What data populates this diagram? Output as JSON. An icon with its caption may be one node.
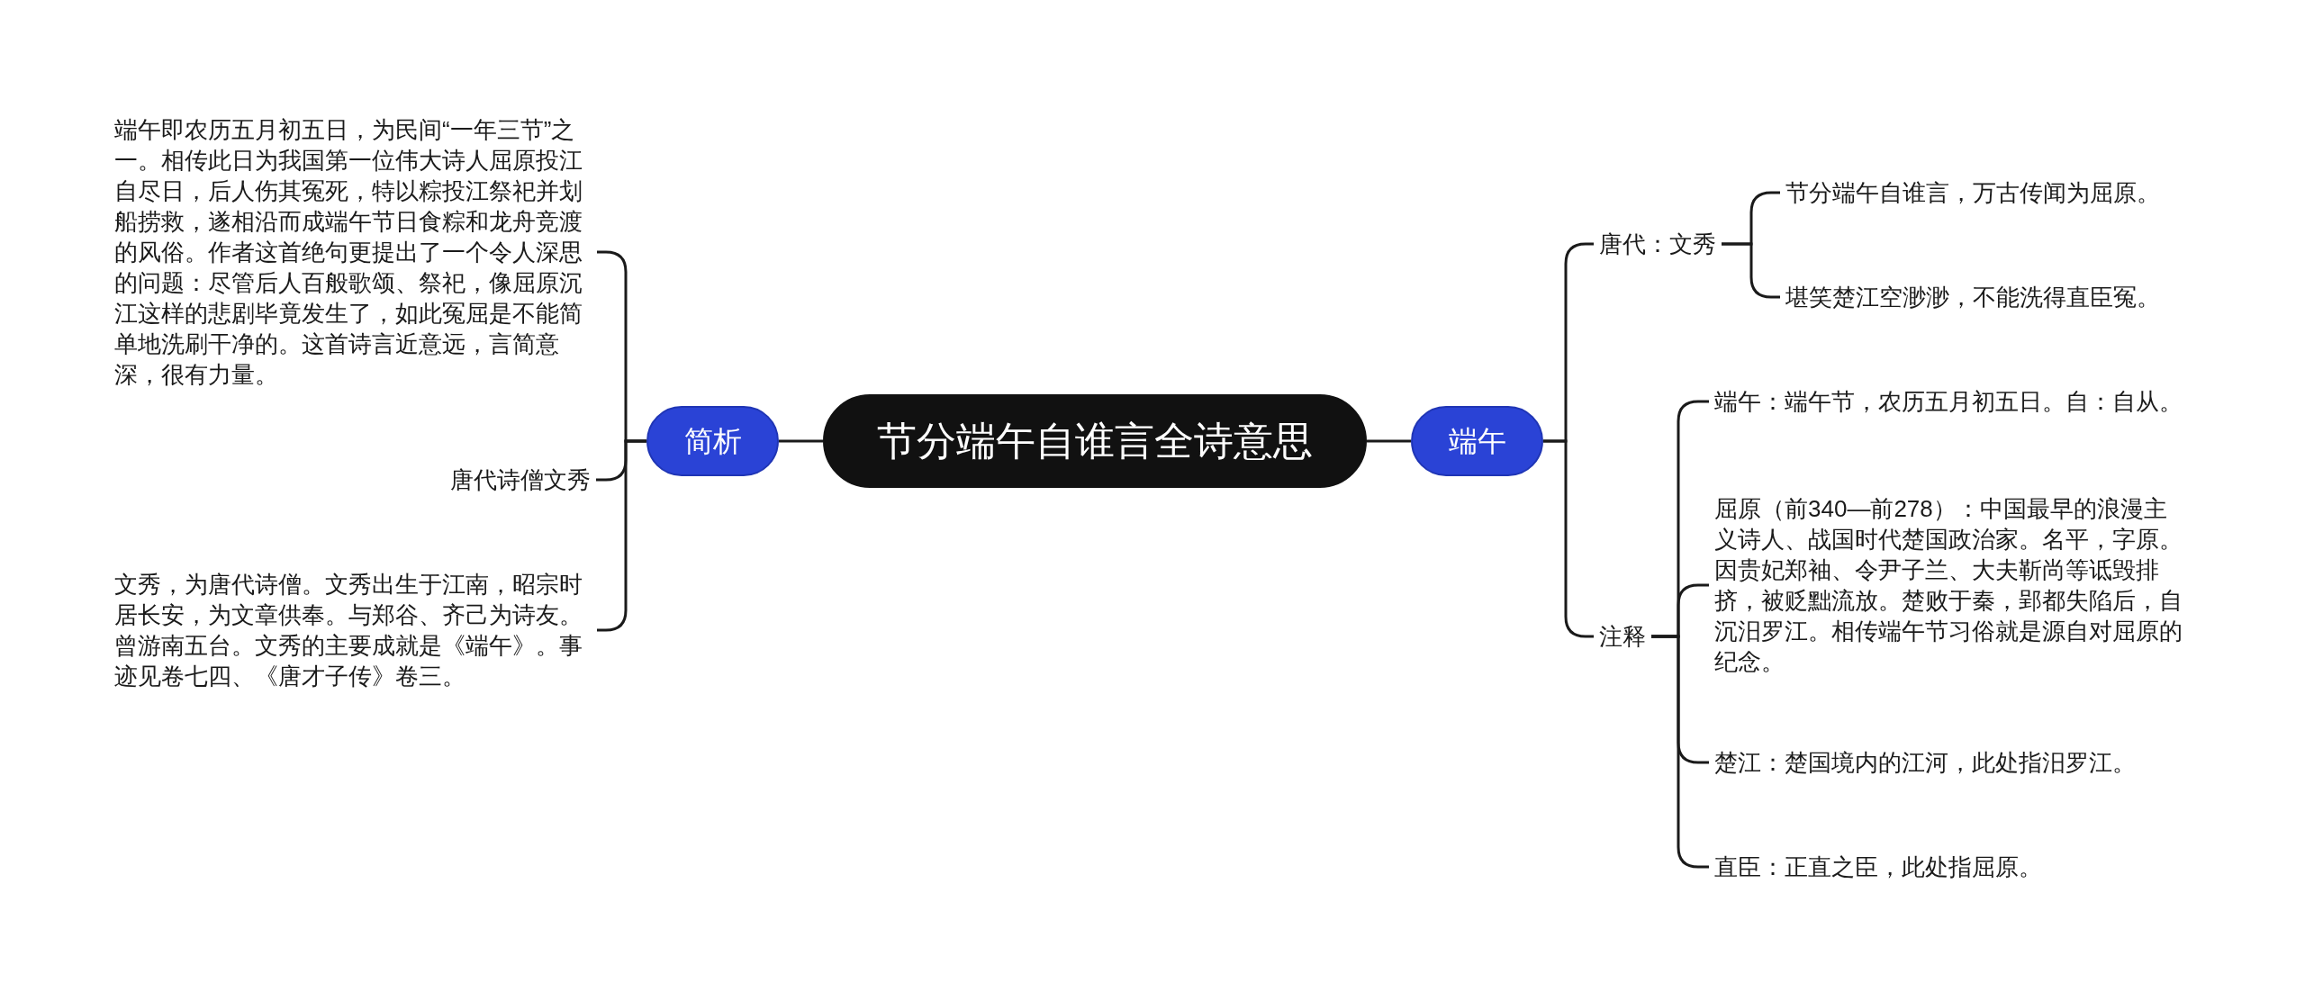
{
  "diagram": {
    "nodes": [
      {
        "text": [
          "节分端午自谁言全诗意思"
        ]
      },
      {
        "text": [
          "简析"
        ]
      },
      {
        "text": [
          "端午即农历五月初五日，为民间“一年三节”之一。相传此日为我国第一位伟大诗人屈原投江自尽日，后人伤其冤死，特以粽投江祭祀并划船捞救，遂相沿而成端午节日食粽和龙舟竞渡的风俗。作者这首绝句更提出了一个令人深思的问题：尽管后人百般歌颂、祭祀，像屈原沉江这样的悲剧毕竟发生了，如此冤屈是不能简单地洗刷干净的。这首诗言近意远，言简意深，很有力量。"
        ]
      },
      {
        "text": [
          "唐代诗僧文秀"
        ]
      },
      {
        "text": [
          "文秀，为唐代诗僧。文秀出生于江南，昭宗时居长安，为文章供奉。与郑谷、齐己为诗友。曾游南五台。文秀的主要成就是《端午》。事迹见卷七四、《唐才子传》卷三。"
        ]
      },
      {
        "text": [
          "端午"
        ]
      },
      {
        "text": [
          "唐代：文秀"
        ]
      },
      {
        "text": [
          "节分端午自谁言，万古传闻为屈原。"
        ]
      },
      {
        "text": [
          "堪笑楚江空渺渺，不能洗得直臣冤。"
        ]
      },
      {
        "text": [
          "注释"
        ]
      },
      {
        "text": [
          "端午：端午节，农历五月初五日。自：自从。"
        ]
      },
      {
        "text": [
          "屈原（前340—前278）：中国最早的浪漫主义诗人、战国时代楚国政治家。名平，字原。因贵妃郑袖、令尹子兰、大夫靳尚等诋毁排挤，被贬黜流放。楚败于秦，郢都失陷后，自沉汨罗江。相传端午节习俗就是源自对屈原的纪念。"
        ]
      },
      {
        "text": [
          "楚江：楚国境内的江河，此处指汨罗江。"
        ]
      },
      {
        "text": [
          "直臣：正直之臣，此处指屈原。"
        ]
      }
    ],
    "edges": [
      {
        "from": 0,
        "to": 1,
        "arrow": "none"
      },
      {
        "from": 1,
        "to": 2,
        "arrow": "none"
      },
      {
        "from": 1,
        "to": 3,
        "arrow": "none"
      },
      {
        "from": 1,
        "to": 4,
        "arrow": "none"
      },
      {
        "from": 0,
        "to": 5,
        "arrow": "none"
      },
      {
        "from": 5,
        "to": 6,
        "arrow": "none"
      },
      {
        "from": 6,
        "to": 7,
        "arrow": "none"
      },
      {
        "from": 6,
        "to": 8,
        "arrow": "none"
      },
      {
        "from": 5,
        "to": 9,
        "arrow": "none"
      },
      {
        "from": 9,
        "to": 10,
        "arrow": "none"
      },
      {
        "from": 9,
        "to": 11,
        "arrow": "none"
      },
      {
        "from": 9,
        "to": 12,
        "arrow": "none"
      },
      {
        "from": 9,
        "to": 13,
        "arrow": "none"
      }
    ]
  }
}
